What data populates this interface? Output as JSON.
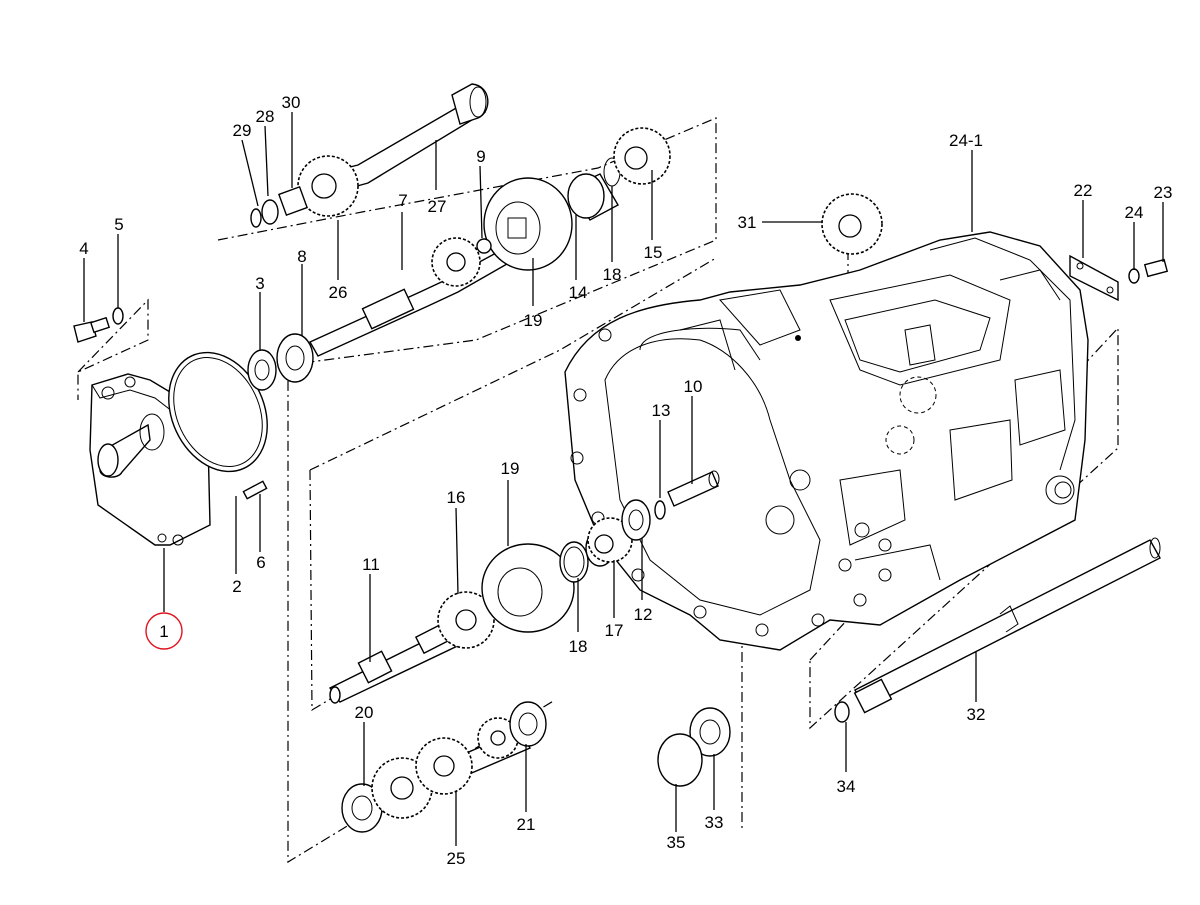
{
  "diagram": {
    "highlight_color": "#e0141e",
    "highlighted_part": "1",
    "callouts": [
      {
        "id": "30",
        "text": "30"
      },
      {
        "id": "28",
        "text": "28"
      },
      {
        "id": "29",
        "text": "29"
      },
      {
        "id": "27",
        "text": "27"
      },
      {
        "id": "26",
        "text": "26"
      },
      {
        "id": "7",
        "text": "7"
      },
      {
        "id": "9",
        "text": "9"
      },
      {
        "id": "19a",
        "text": "19"
      },
      {
        "id": "14",
        "text": "14"
      },
      {
        "id": "18a",
        "text": "18"
      },
      {
        "id": "15",
        "text": "15"
      },
      {
        "id": "4",
        "text": "4"
      },
      {
        "id": "5",
        "text": "5"
      },
      {
        "id": "3",
        "text": "3"
      },
      {
        "id": "8",
        "text": "8"
      },
      {
        "id": "31",
        "text": "31"
      },
      {
        "id": "24-1",
        "text": "24-1"
      },
      {
        "id": "22",
        "text": "22"
      },
      {
        "id": "24",
        "text": "24"
      },
      {
        "id": "23",
        "text": "23"
      },
      {
        "id": "2",
        "text": "2"
      },
      {
        "id": "6",
        "text": "6"
      },
      {
        "id": "1",
        "text": "1"
      },
      {
        "id": "13",
        "text": "13"
      },
      {
        "id": "10",
        "text": "10"
      },
      {
        "id": "19b",
        "text": "19"
      },
      {
        "id": "16",
        "text": "16"
      },
      {
        "id": "11",
        "text": "11"
      },
      {
        "id": "18b",
        "text": "18"
      },
      {
        "id": "17",
        "text": "17"
      },
      {
        "id": "12",
        "text": "12"
      },
      {
        "id": "20",
        "text": "20"
      },
      {
        "id": "21",
        "text": "21"
      },
      {
        "id": "25",
        "text": "25"
      },
      {
        "id": "35",
        "text": "35"
      },
      {
        "id": "33",
        "text": "33"
      },
      {
        "id": "32",
        "text": "32"
      },
      {
        "id": "34",
        "text": "34"
      }
    ]
  }
}
